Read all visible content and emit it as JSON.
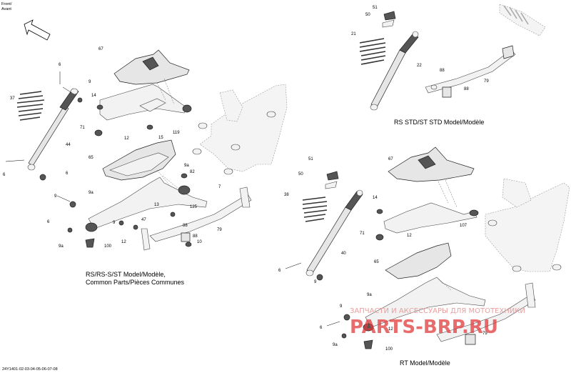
{
  "orientation": {
    "line1": "Front/",
    "line2": "Avant"
  },
  "figure_code": "24Y1401-02-03-04-05-06-07-08",
  "captions": {
    "common_line1": "RS/RS-S/ST Model/Modèle,",
    "common_line2": "Common Parts/Pièces Communes",
    "rs_std": "RS STD/ST STD Model/Modèle",
    "rt": "RT Model/Modèle"
  },
  "callouts": {
    "main": [
      "67",
      "6",
      "9",
      "37",
      "14",
      "71",
      "12",
      "15",
      "119",
      "44",
      "6",
      "65",
      "9a",
      "82",
      "7",
      "125",
      "6",
      "9",
      "9a",
      "6",
      "9",
      "47",
      "13",
      "88",
      "79",
      "88",
      "9a",
      "10",
      "12",
      "100"
    ],
    "rs_std": [
      "51",
      "50",
      "21",
      "22",
      "88",
      "79",
      "88"
    ],
    "rt": [
      "51",
      "50",
      "38",
      "67",
      "14",
      "71",
      "12",
      "107",
      "6",
      "9",
      "40",
      "65",
      "6",
      "9a",
      "9",
      "9a",
      "12",
      "79",
      "100"
    ]
  },
  "watermark": {
    "line1": "ЗАПЧАСТИ И АКСЕССУАРЫ ДЛЯ МОТОТЕХНИКИ",
    "line2": "PARTS-BRP.RU"
  },
  "colors": {
    "watermark_red": "#e23b3b",
    "ink": "#000000"
  }
}
